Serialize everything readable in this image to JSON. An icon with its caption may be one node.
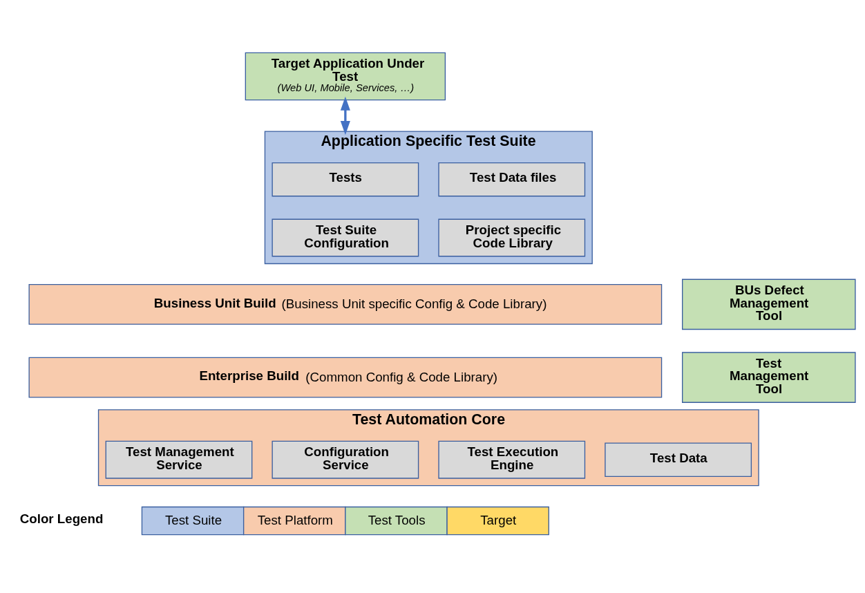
{
  "diagram": {
    "nodes": [
      {
        "text": [
          "Target Application Under Test",
          "(Web UI, Mobile, Services, …)"
        ]
      },
      {
        "text": [
          "Application Specific Test Suite"
        ]
      },
      {
        "text": [
          "Tests"
        ],
        "in": 1
      },
      {
        "text": [
          "Test Data files"
        ],
        "in": 1
      },
      {
        "text": [
          "Test Suite Configuration"
        ],
        "in": 1
      },
      {
        "text": [
          "Project specific Code Library"
        ],
        "in": 1
      },
      {
        "text": [
          "**Business Unit Build** (Business Unit specific Config & Code Library)"
        ]
      },
      {
        "text": [
          "BUs Defect Management Tool"
        ]
      },
      {
        "text": [
          "**Enterprise Build** (Common Config & Code Library)"
        ]
      },
      {
        "text": [
          "Test Management Tool"
        ]
      },
      {
        "text": [
          "Test Automation Core"
        ]
      },
      {
        "text": [
          "Test Management Service"
        ],
        "in": 10
      },
      {
        "text": [
          "Configuration Service"
        ],
        "in": 10
      },
      {
        "text": [
          "Test Execution Engine"
        ],
        "in": 10
      },
      {
        "text": [
          "Test Data"
        ],
        "in": 10
      }
    ],
    "edges": [
      {
        "from": 0,
        "to": 1,
        "arrow": "both"
      }
    ],
    "labels": [
      "Color Legend"
    ],
    "legend": [
      {
        "text": "Test Suite",
        "color": "#b4c7e7"
      },
      {
        "text": "Test Platform",
        "color": "#f8cbad"
      },
      {
        "text": "Test Tools",
        "color": "#c5e0b4"
      },
      {
        "text": "Target",
        "color": "#ffd966"
      }
    ]
  }
}
